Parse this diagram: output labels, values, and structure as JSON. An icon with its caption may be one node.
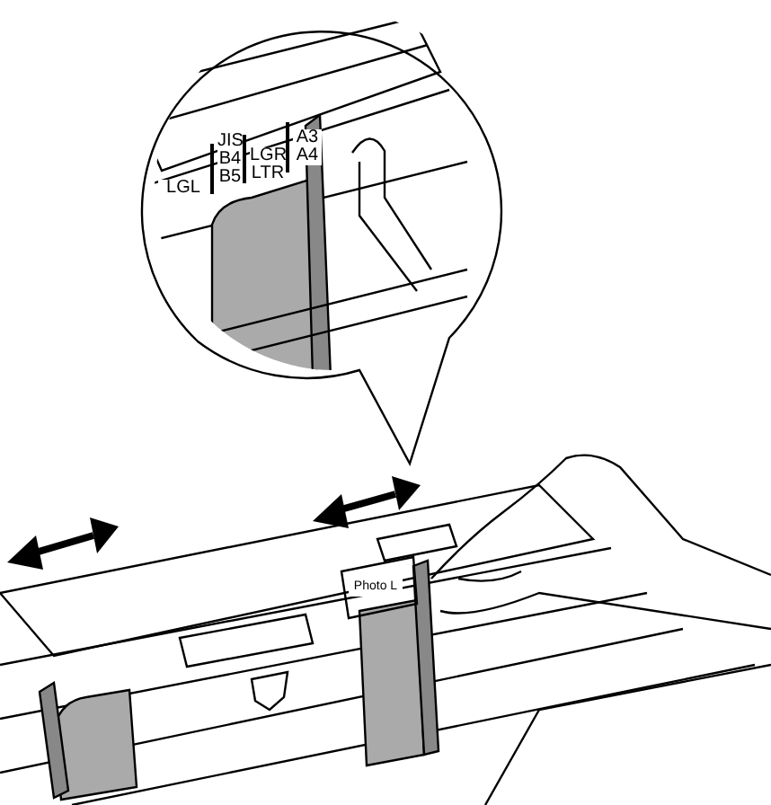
{
  "diagram": {
    "labels": [
      "LGL",
      "JIS B4 B5",
      "LGR LTR",
      "A3 A4",
      "Photo L"
    ]
  }
}
